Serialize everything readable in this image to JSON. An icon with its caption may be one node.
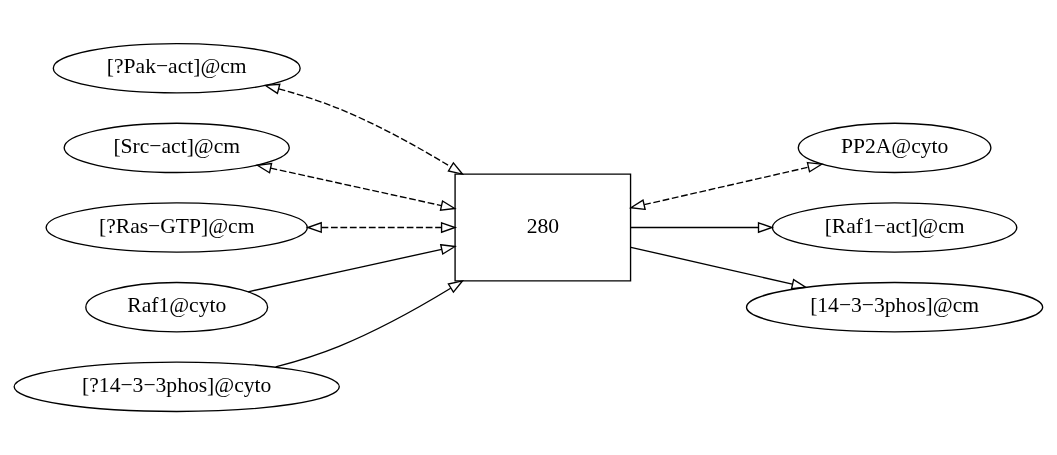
{
  "diagram": {
    "nodes": [
      {
        "text": [
          "[?Pak−act]@cm"
        ]
      },
      {
        "text": [
          "[Src−act]@cm"
        ]
      },
      {
        "text": [
          "[?Ras−GTP]@cm"
        ]
      },
      {
        "text": [
          "PP2A@cyto"
        ]
      },
      {
        "text": [
          "Raf1@cyto"
        ]
      },
      {
        "text": [
          "280"
        ]
      },
      {
        "text": [
          "[Raf1−act]@cm"
        ]
      },
      {
        "text": [
          "[?14−3−3phos]@cyto"
        ]
      },
      {
        "text": [
          "[14−3−3phos]@cm"
        ]
      }
    ],
    "edges": [
      {
        "from": 2,
        "to": 5,
        "arrow": "both",
        "style": "dashed"
      },
      {
        "from": 0,
        "to": 5,
        "arrow": "both",
        "style": "dashed"
      },
      {
        "from": 1,
        "to": 5,
        "arrow": "both",
        "style": "dashed"
      },
      {
        "from": 5,
        "to": 3,
        "arrow": "both",
        "style": "dashed"
      },
      {
        "from": 4,
        "to": 5,
        "arrow": "to"
      },
      {
        "from": 7,
        "to": 5,
        "arrow": "to"
      },
      {
        "from": 5,
        "to": 6,
        "arrow": "to"
      },
      {
        "from": 5,
        "to": 8,
        "arrow": "to"
      }
    ]
  }
}
